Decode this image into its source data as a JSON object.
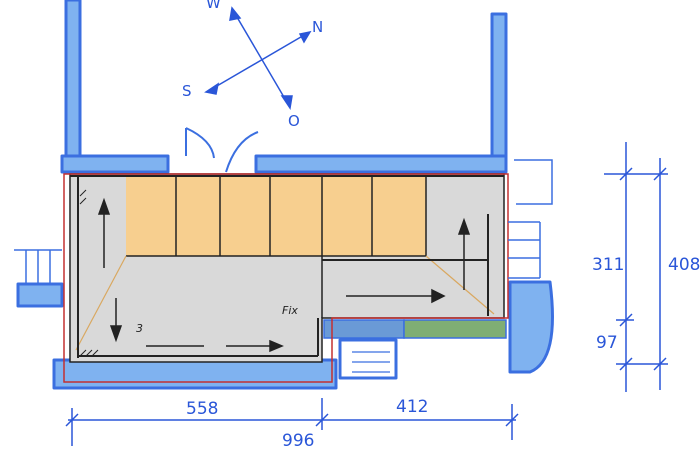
{
  "compass": {
    "north": "N",
    "south": "S",
    "east": "O",
    "west": "W"
  },
  "dimensions": {
    "left_width": "558",
    "right_width": "412",
    "total_width": "996",
    "upper_height": "311",
    "lower_height": "97",
    "total_height": "408"
  },
  "labels": {
    "step_count": "3",
    "fix_note": "Fix"
  },
  "colors": {
    "wall_blue": "#3b6fe0",
    "wall_fill": "#7fb2f0",
    "floor_grey": "#d9d9d9",
    "stair_orange": "#f7cf8f",
    "beam_blue": "#6a9ad6",
    "beam_green": "#7fae74",
    "outline_red": "#c43030"
  }
}
